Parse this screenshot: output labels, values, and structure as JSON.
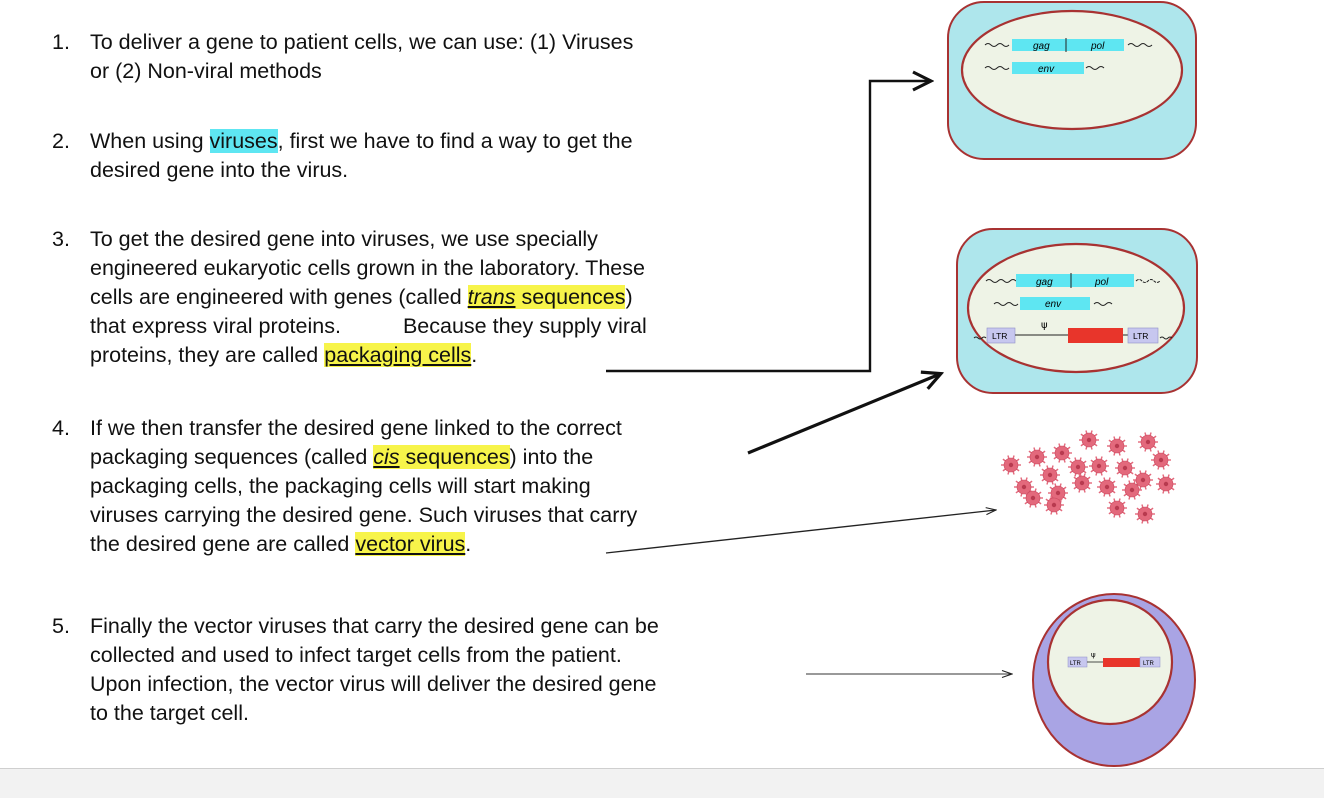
{
  "steps": [
    {
      "number": "1.",
      "line1": "To deliver a gene to patient cells, we can use: (1) Viruses",
      "line2": "or (2) Non-viral methods"
    },
    {
      "number": "2.",
      "before": "When using ",
      "highlight": "viruses",
      "after": ", first we have to find a way to get the",
      "line2": "desired gene into the virus."
    },
    {
      "number": "3.",
      "line1": "To get the desired gene into viruses, we use specially",
      "line2": "engineered eukaryotic cells grown in the laboratory. These",
      "line3_before": "cells are engineered with genes (called ",
      "line3_italic": "trans",
      "line3_hl": " sequences",
      "line3_after": ")",
      "line4a": "that express viral proteins.",
      "line4b": "Because they supply viral",
      "line5_before": "proteins, they are called ",
      "line5_hl": "packaging cells",
      "line5_after": "."
    },
    {
      "number": "4.",
      "line1": "If we then transfer the desired gene linked to the correct",
      "line2_before": "packaging sequences (called ",
      "line2_italic": "cis",
      "line2_hl": " sequences",
      "line2_after": ") into the",
      "line3": "packaging cells, the packaging cells will start making",
      "line4": "viruses carrying the desired gene. Such viruses that carry",
      "line5_before": "the desired gene are called ",
      "line5_hl": "vector virus",
      "line5_after": "."
    },
    {
      "number": "5.",
      "line1": "Finally the vector viruses that carry the desired gene can be",
      "line2": "collected and used to infect target cells from the patient.",
      "line3": "Upon infection, the vector virus will deliver the desired gene",
      "line4": "to the target cell."
    }
  ],
  "diagram": {
    "cell1": {
      "genes": [
        "gag",
        "pol",
        "env"
      ]
    },
    "cell2": {
      "genes": [
        "gag",
        "pol",
        "env"
      ],
      "construct": [
        "LTR",
        "ψ",
        "LTR"
      ]
    },
    "target_cell": {
      "construct": [
        "LTR",
        "ψ",
        "LTR"
      ]
    }
  },
  "colors": {
    "highlight_cyan": "#5ee6f2",
    "highlight_yellow": "#f7f44a",
    "cell_fill": "#aee6ec",
    "nucleus_fill": "#eef3e6",
    "border": "#a83232",
    "gene_box": "#5ee6f2",
    "ltr_box": "#c7c7ef",
    "transgene": "#e8352b",
    "virus": "#e3697c",
    "target_cell": "#a9a4e4"
  }
}
